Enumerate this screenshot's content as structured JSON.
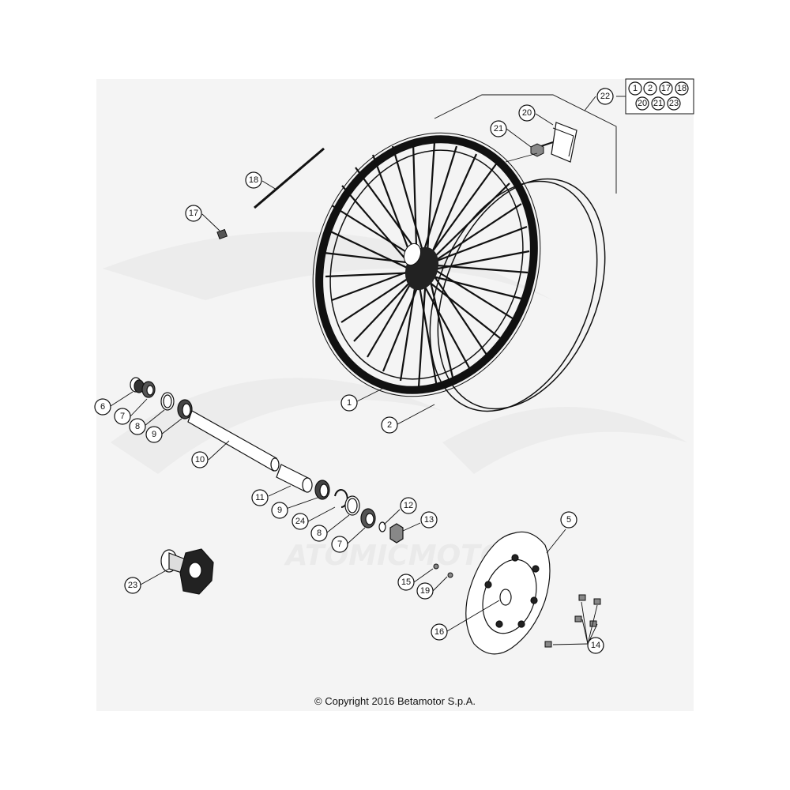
{
  "copyright": "© Copyright 2016 Betamotor S.p.A.",
  "watermark": "ATOMICMOTO",
  "kit": {
    "label": "22",
    "contents": [
      "1",
      "2",
      "17",
      "18",
      "20",
      "21",
      "23"
    ]
  },
  "callouts": {
    "c1": "1",
    "c2": "2",
    "c5": "5",
    "c6": "6",
    "c7a": "7",
    "c7b": "7",
    "c8a": "8",
    "c8b": "8",
    "c9a": "9",
    "c9b": "9",
    "c10": "10",
    "c11": "11",
    "c12": "12",
    "c13": "13",
    "c14": "14",
    "c15": "15",
    "c16": "16",
    "c17": "17",
    "c18": "18",
    "c19": "19",
    "c20": "20",
    "c21": "21",
    "c23": "23",
    "c24": "24"
  }
}
